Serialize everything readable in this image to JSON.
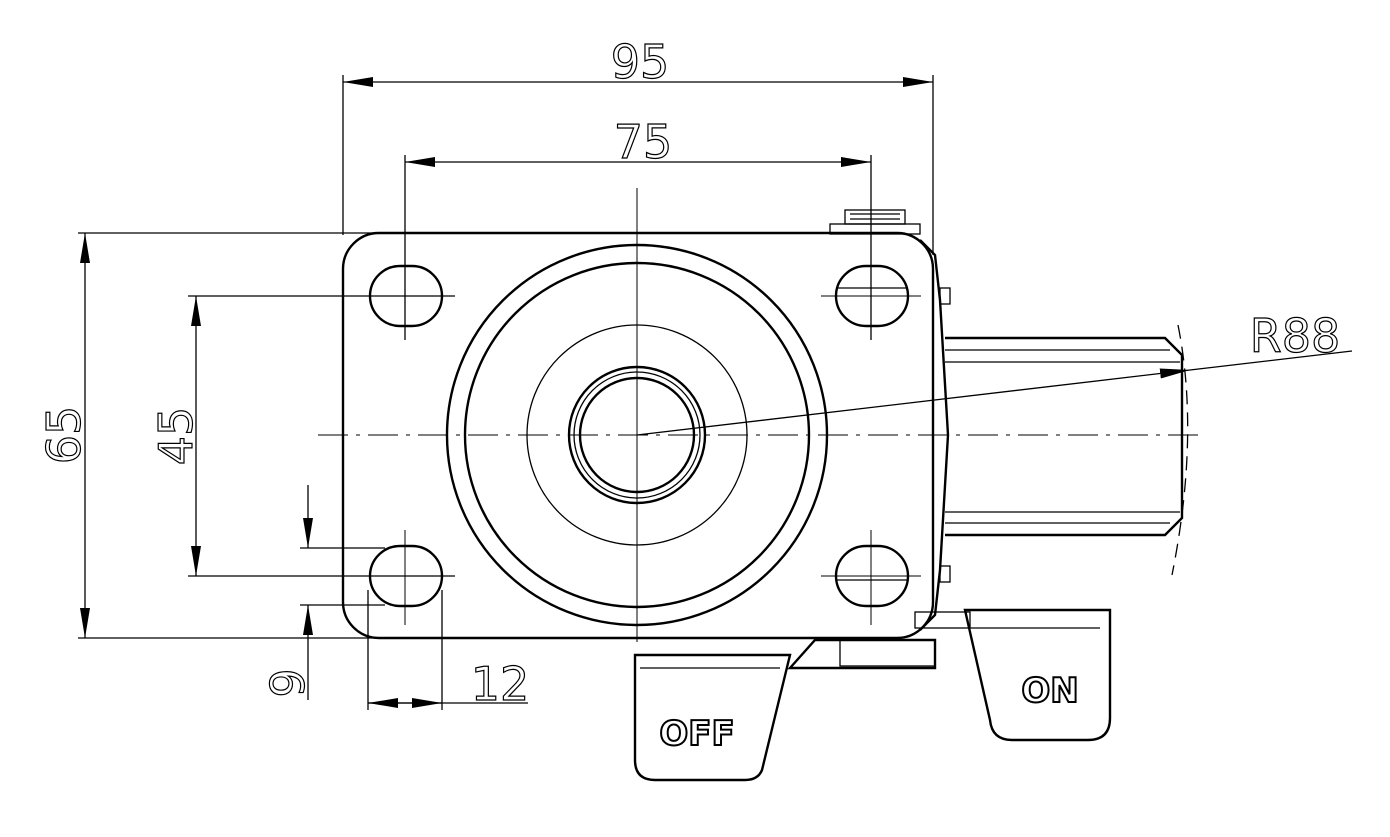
{
  "title": "Caster plate top view with brake",
  "dimensions": {
    "overall_width": "95",
    "hole_spacing_width": "75",
    "overall_length": "65",
    "hole_spacing_length": "45",
    "slot_width": "9",
    "slot_length": "12",
    "swivel_radius": "R88"
  },
  "brake_labels": {
    "off": "OFF",
    "on": "ON"
  }
}
